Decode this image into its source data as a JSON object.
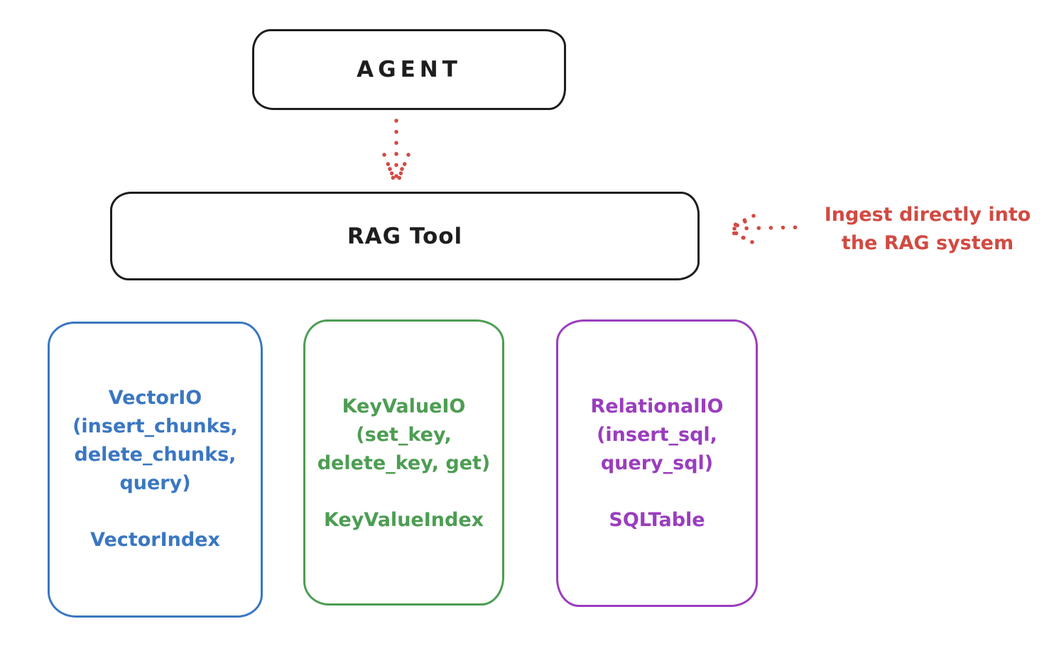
{
  "diagram": {
    "agent_box": {
      "label": "AGENT"
    },
    "rag_box": {
      "label": "RAG Tool"
    },
    "annotation": {
      "line1": "Ingest directly into",
      "line2": "the RAG system"
    },
    "io_boxes": [
      {
        "name": "vector-io",
        "color": "#3a77c2",
        "lines": [
          "VectorIO",
          "(insert_chunks,",
          "delete_chunks,",
          "query)"
        ],
        "index_label": "VectorIndex"
      },
      {
        "name": "keyvalue-io",
        "color": "#4d9d53",
        "lines": [
          "KeyValueIO",
          "(set_key,",
          "delete_key, get)"
        ],
        "index_label": "KeyValueIndex"
      },
      {
        "name": "relational-io",
        "color": "#9a3dbe",
        "lines": [
          "RelationalIO",
          "(insert_sql,",
          "query_sql)"
        ],
        "index_label": "SQLTable"
      }
    ],
    "colors": {
      "box_stroke": "#1e1e1e",
      "annotation_red": "#d24a42",
      "vector_blue": "#3a77c2",
      "keyvalue_green": "#4d9d53",
      "relational_purple": "#9a3dbe",
      "background": "#ffffff"
    }
  }
}
